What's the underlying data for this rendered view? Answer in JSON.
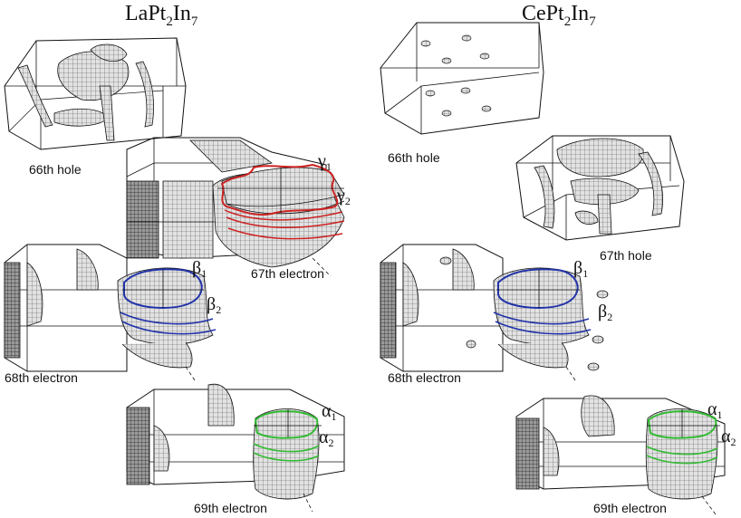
{
  "titles": {
    "left": {
      "base": "LaPt",
      "sub1": "2",
      "mid": "In",
      "sub2": "7"
    },
    "right": {
      "base": "CePt",
      "sub1": "2",
      "mid": "In",
      "sub2": "7"
    }
  },
  "band_labels": {
    "left_66": "66th hole",
    "left_67": "67th electron",
    "left_68": "68th electron",
    "left_69": "69th electron",
    "right_66": "66th hole",
    "right_67": "67th hole",
    "right_68": "68th electron",
    "right_69": "69th electron"
  },
  "orbits": {
    "gamma": {
      "symbol": "γ",
      "sub1": "1",
      "sub2": "2"
    },
    "beta": {
      "symbol": "β",
      "sub1": "1",
      "sub2": "2"
    },
    "alpha": {
      "symbol": "α",
      "sub1": "1",
      "sub2": "2"
    }
  },
  "colors": {
    "gamma_orbit": "#cc2222",
    "beta_orbit": "#2233aa",
    "alpha_orbit": "#33bb33",
    "surface_fill": "#d8d8d8",
    "line": "#111111"
  }
}
